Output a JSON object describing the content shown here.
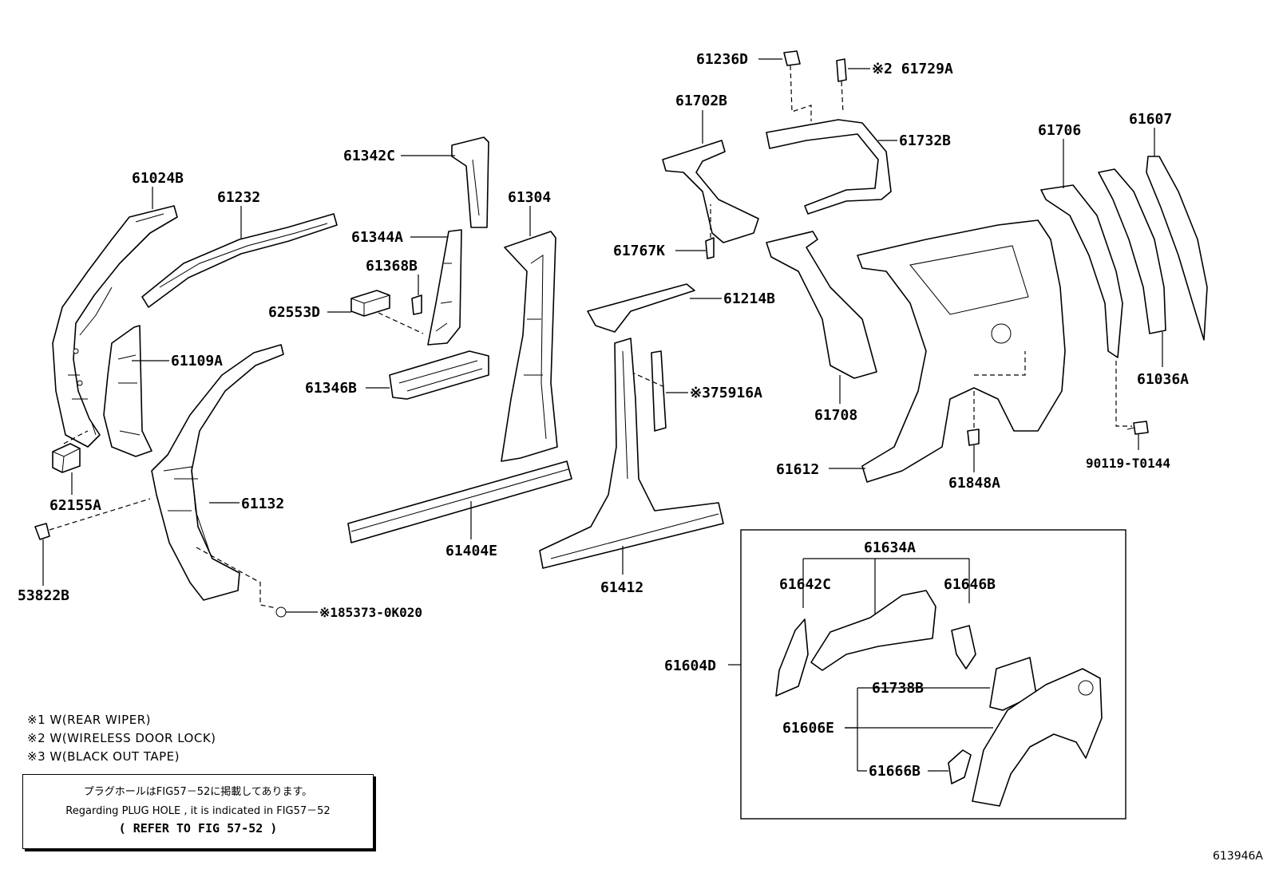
{
  "labels": {
    "p61024B": "61024B",
    "p61232": "61232",
    "p61109A": "61109A",
    "p62155A": "62155A",
    "p61132": "61132",
    "p53822B": "53822B",
    "p85373": "※185373-0K020",
    "p61342C": "61342C",
    "p61344A": "61344A",
    "p61368B": "61368B",
    "p62553D": "62553D",
    "p61346B": "61346B",
    "p61304": "61304",
    "p61404E": "61404E",
    "p61214B": "61214B",
    "p75916A": "※375916A",
    "p61412": "61412",
    "p61702B": "61702B",
    "p61767K": "61767K",
    "p61236D": "61236D",
    "p61729A": "※2 61729A",
    "p61732B": "61732B",
    "p61708": "61708",
    "p61612": "61612",
    "p61848A": "61848A",
    "p61706": "61706",
    "p61607": "61607",
    "p61036A": "61036A",
    "p90119": "90119-T0144",
    "p61634A": "61634A",
    "p61642C": "61642C",
    "p61646B": "61646B",
    "p61604D": "61604D",
    "p61738B": "61738B",
    "p61606E": "61606E",
    "p61666B": "61666B"
  },
  "footnotes": [
    "※1  W(REAR WIPER)",
    "※2  W(WIRELESS DOOR LOCK)",
    "※3  W(BLACK OUT TAPE)"
  ],
  "notice": {
    "line1": "プラグホールはFIG57－52に掲載してあります。",
    "line2": "Regarding  PLUG HOLE , it is  indicated  in  FIG57－52",
    "line3": "(     REFER TO FIG 57-52 )"
  },
  "figure_code": "613946A"
}
